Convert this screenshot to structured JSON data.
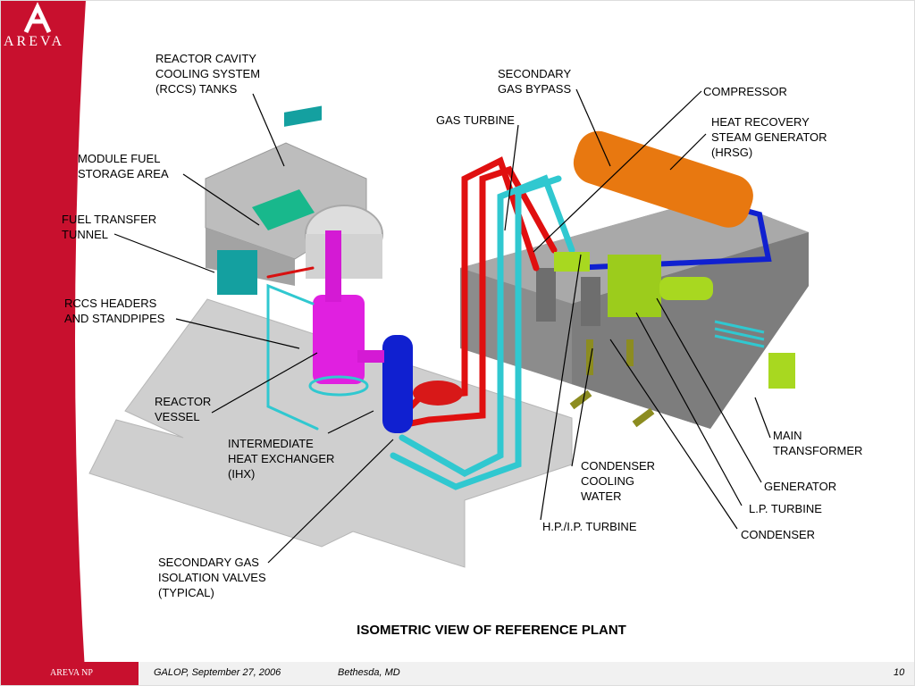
{
  "brand": {
    "logo_text": "AREVA",
    "footer_logo": "AREVA NP"
  },
  "colors": {
    "brand_red": "#c8102e",
    "floor": "#cfcfcf",
    "hot_pipe": "#e01010",
    "cold_pipe": "#30c8d0",
    "vessel": "#e020e0",
    "ihx": "#1020d0",
    "hrsg": "#e87810",
    "turbine": "#a8d820"
  },
  "labels": {
    "rccs_tanks": "REACTOR CAVITY\nCOOLING SYSTEM\n(RCCS) TANKS",
    "secondary_bypass": "SECONDARY\nGAS BYPASS",
    "compressor": "COMPRESSOR",
    "gas_turbine": "GAS TURBINE",
    "hrsg": "HEAT RECOVERY\nSTEAM GENERATOR\n(HRSG)",
    "module_fuel": "MODULE FUEL\nSTORAGE AREA",
    "fuel_transfer": "FUEL TRANSFER\nTUNNEL",
    "rccs_headers": "RCCS HEADERS\nAND STANDPIPES",
    "reactor_vessel": "REACTOR\nVESSEL",
    "ihx": "INTERMEDIATE\nHEAT EXCHANGER\n(IHX)",
    "isolation_valves": "SECONDARY GAS\nISOLATION VALVES\n(TYPICAL)",
    "main_transformer": "MAIN\nTRANSFORMER",
    "condenser_cooling": "CONDENSER\nCOOLING\nWATER",
    "generator": "GENERATOR",
    "lp_turbine": "L.P. TURBINE",
    "hp_turbine": "H.P./I.P. TURBINE",
    "condenser": "CONDENSER"
  },
  "title": "ISOMETRIC VIEW OF REFERENCE PLANT",
  "footer": {
    "event": "GALOP, September 27, 2006",
    "location": "Bethesda, MD",
    "page": "10"
  }
}
